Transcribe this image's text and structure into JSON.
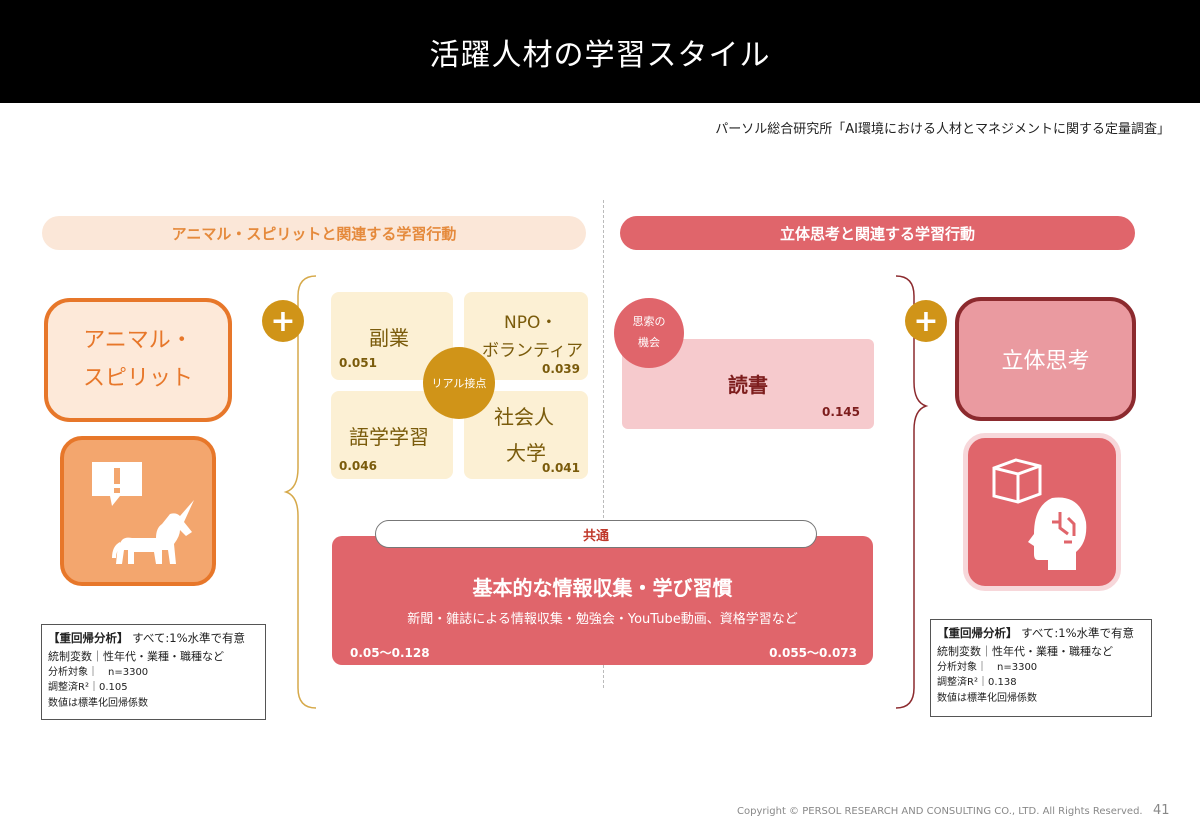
{
  "title": "活躍人材の学習スタイル",
  "source": "パーソル総合研究所「AI環境における人材とマネジメントに関する定量調査」",
  "left_header": "アニマル・スピリットと関連する学習行動",
  "right_header": "立体思考と関連する学習行動",
  "animal_spirit": {
    "line1": "アニマル・",
    "line2": "スピリット"
  },
  "plus_symbol": "+",
  "quadrants": [
    {
      "label": "副業",
      "value": "0.051"
    },
    {
      "label_line1": "NPO・",
      "label_line2": "ボランティア",
      "value": "0.039"
    },
    {
      "label": "語学学習",
      "value": "0.046"
    },
    {
      "label_line1": "社会人",
      "label_line2": "大学",
      "value": "0.041"
    }
  ],
  "real_contact": "リアル接点",
  "common": {
    "tag": "共通",
    "title": "基本的な情報収集・学び習慣",
    "subtitle": "新聞・雑誌による情報収集・勉強会・YouTube動画、資格学習など",
    "value_left": "0.05～0.128",
    "value_right": "0.055～0.073"
  },
  "thinking_opportunity": {
    "line1": "思索の",
    "line2": "機会"
  },
  "reading": {
    "label": "読書",
    "value": "0.145"
  },
  "rittai": "立体思考",
  "note_left": {
    "line1_bold": "【重回帰分析】",
    "line1_rest": "すべて:1%水準で有意",
    "line2": "統制変数｜性年代・業種・職種など",
    "line3": "分析対象｜　n=3300",
    "line4": "調整済R²｜0.105",
    "line5": "数値は標準化回帰係数"
  },
  "note_right": {
    "line1_bold": "【重回帰分析】",
    "line1_rest": "すべて:1%水準で有意",
    "line2": "統制変数｜性年代・業種・職種など",
    "line3": "分析対象｜　n=3300",
    "line4": "調整済R²｜0.138",
    "line5": "数値は標準化回帰係数"
  },
  "copyright": "Copyright © PERSOL RESEARCH AND CONSULTING CO., LTD. All Rights Reserved.",
  "page_number": "41",
  "icons": [
    "exclamation-speech-icon",
    "unicorn-icon",
    "cube-icon",
    "head-brain-icon"
  ]
}
